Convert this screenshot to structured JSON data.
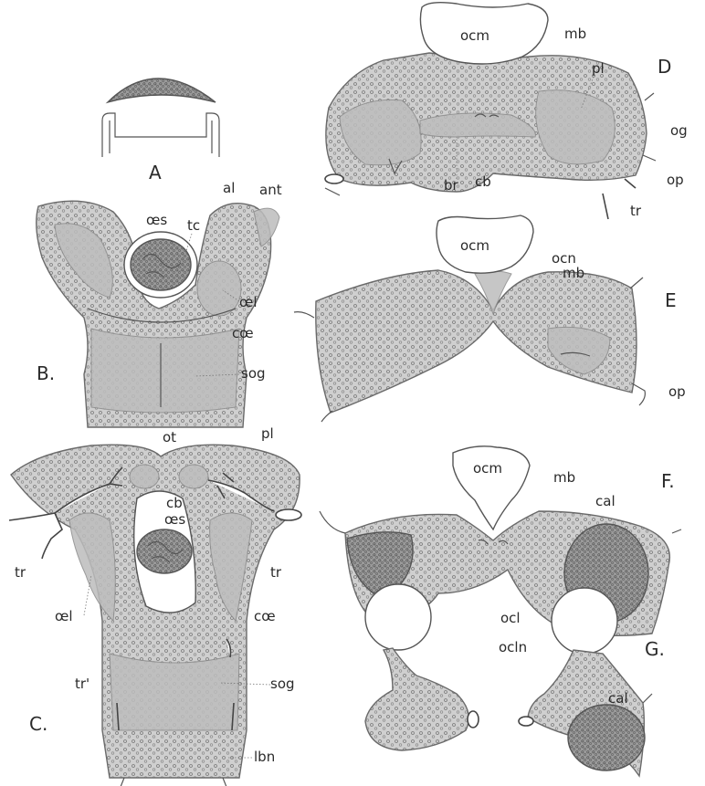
{
  "figure": {
    "panels": [
      {
        "id": "A",
        "letter": "A"
      },
      {
        "id": "B",
        "letter": "B.",
        "labels": [
          "al",
          "ant",
          "œs",
          "tc",
          "œl",
          "cœ",
          "sog"
        ]
      },
      {
        "id": "C",
        "letter": "C.",
        "labels": [
          "ot",
          "pl",
          "cb",
          "œs",
          "tr",
          "tr",
          "œl",
          "cœ",
          "tr'",
          "sog",
          "lbn"
        ]
      },
      {
        "id": "D",
        "letter": "D",
        "labels": [
          "ocm",
          "mb",
          "pl",
          "og",
          "op",
          "tr",
          "br",
          "cb"
        ]
      },
      {
        "id": "E",
        "letter": "E",
        "labels": [
          "ocm",
          "ocn",
          "mb",
          "op"
        ]
      },
      {
        "id": "F",
        "letter": "F.",
        "labels": [
          "ocm",
          "mb",
          "cal"
        ]
      },
      {
        "id": "G",
        "letter": "G.",
        "labels": [
          "ocl",
          "ocln",
          "cal"
        ]
      }
    ]
  }
}
